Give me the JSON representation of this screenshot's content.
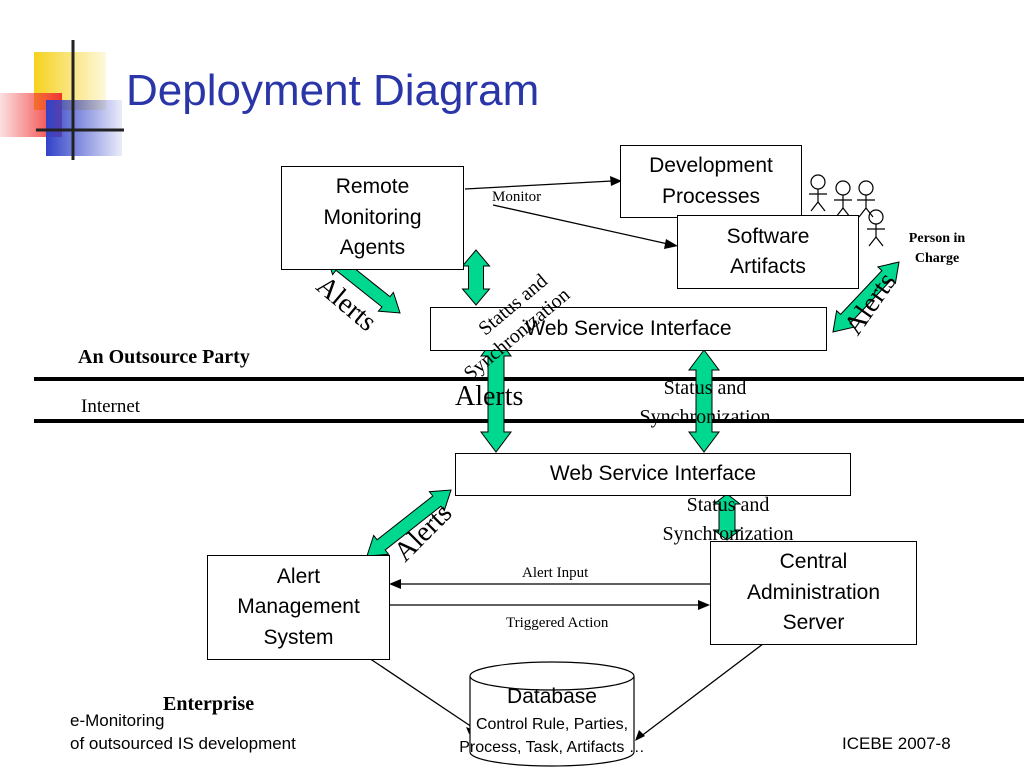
{
  "slide": {
    "title": "Deployment Diagram",
    "footer_left_line1": "e-Monitoring",
    "footer_left_line2": "of outsourced IS development",
    "footer_right": "ICEBE 2007-8"
  },
  "nodes": {
    "remote_monitoring": [
      "Remote",
      "Monitoring",
      "Agents"
    ],
    "development_processes": [
      "Development",
      "Processes"
    ],
    "software_artifacts": [
      "Software",
      "Artifacts"
    ],
    "web_service_top": "Web Service Interface",
    "web_service_bottom": "Web Service Interface",
    "alert_management": [
      "Alert",
      "Management",
      "System"
    ],
    "central_admin": [
      "Central",
      "Administration",
      "Server"
    ],
    "database_title": "Database",
    "database_line1": "Control Rule, Parties,",
    "database_line2": "Process, Task, Artifacts …"
  },
  "labels": {
    "monitor": "Monitor",
    "person_in_charge_1": "Person in",
    "person_in_charge_2": "Charge",
    "outsource_party": "An Outsource Party",
    "internet": "Internet",
    "enterprise": "Enterprise",
    "alerts": "Alerts",
    "status_line1": "Status and",
    "status_line2": "Synchronization",
    "alert_input": "Alert Input",
    "triggered_action": "Triggered Action"
  },
  "colors": {
    "title": "#2a36a8",
    "arrow_fill": "#00d890",
    "logo_yellow": "#f5d21e",
    "logo_red": "#f03232",
    "logo_blue": "#3242c8"
  }
}
